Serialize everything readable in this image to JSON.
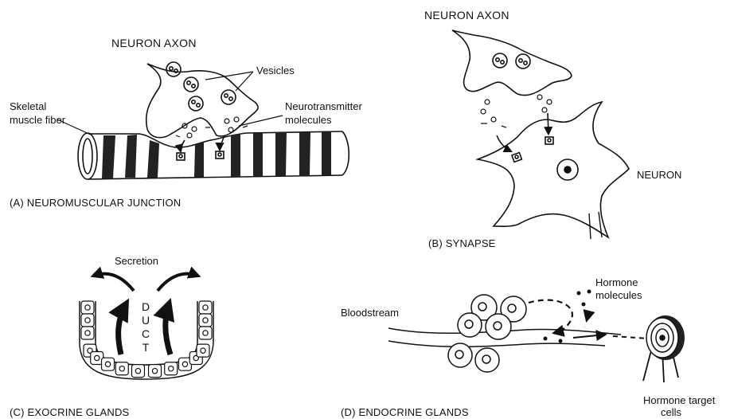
{
  "panel_a": {
    "title": "NEURON AXON",
    "vesicles_label": "Vesicles",
    "muscle_label_line1": "Skeletal",
    "muscle_label_line2": "muscle fiber",
    "nt_label_line1": "Neurotransmitter",
    "nt_label_line2": "molecules",
    "caption": "(A) NEUROMUSCULAR JUNCTION"
  },
  "panel_b": {
    "title": "NEURON AXON",
    "neuron_label": "NEURON",
    "caption": "(B) SYNAPSE"
  },
  "panel_c": {
    "secretion_label": "Secretion",
    "duct_letters": [
      "D",
      "U",
      "C",
      "T"
    ],
    "caption": "(C) EXOCRINE GLANDS"
  },
  "panel_d": {
    "hormone_label_line1": "Hormone",
    "hormone_label_line2": "molecules",
    "bloodstream_label": "Bloodstream",
    "target_label_line1": "Hormone target",
    "target_label_line2": "cells",
    "caption": "(D) ENDOCRINE GLANDS"
  },
  "colors": {
    "ink": "#111111",
    "background": "#ffffff"
  }
}
